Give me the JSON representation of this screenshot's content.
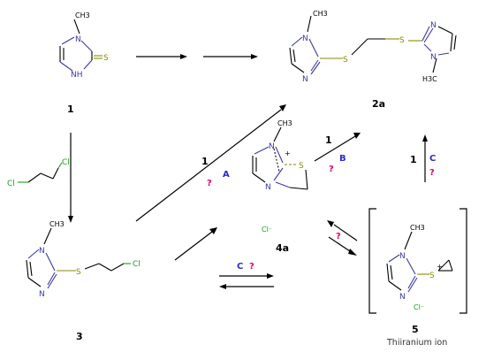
{
  "compounds": {
    "c1": "1",
    "c2a": "2a",
    "c3": "3",
    "c4a": "4a",
    "c5": "5"
  },
  "atoms": {
    "N": "N",
    "NH": "NH",
    "S": "S",
    "Cl": "Cl",
    "CH3": "CH3",
    "H3C": "H3C",
    "plus": "+",
    "chloride": "Cl⁻"
  },
  "reagents": {
    "r1": "1"
  },
  "pathways": {
    "A": "A",
    "B": "B",
    "C": "C",
    "unknown": "?"
  },
  "caption": "Thiiranium ion",
  "colors": {
    "nitrogen": "#3a3aa8",
    "sulfur": "#8a8a00",
    "chlorine": "#18a018",
    "pathway_label": "#2b2bc8",
    "question": "#e0006a"
  }
}
